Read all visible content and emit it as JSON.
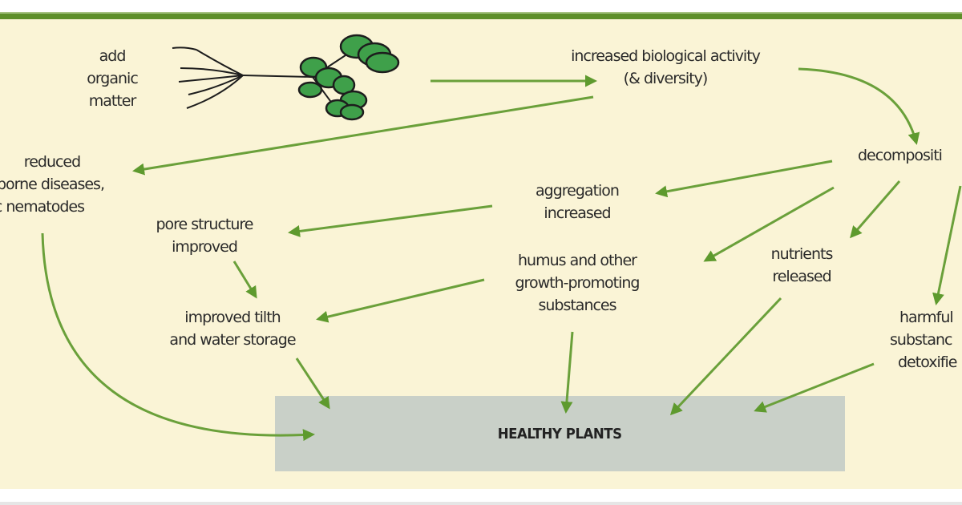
{
  "diagram": {
    "accent_color": "#5e8f2a",
    "background_color": "#faf4d6",
    "target_box_color": "#c9d0c8",
    "nodes": {
      "add_organic_matter": {
        "lines": [
          "add",
          "organic",
          "matter"
        ]
      },
      "biological_activity": {
        "lines": [
          "increased biological activity",
          "(& diversity)"
        ]
      },
      "decomposition": {
        "lines": [
          "decompositi"
        ]
      },
      "reduced_diseases": {
        "lines": [
          "reduced",
          "borne  diseases,",
          "itic nematodes"
        ]
      },
      "aggregation": {
        "lines": [
          "aggregation",
          "increased"
        ]
      },
      "pore_structure": {
        "lines": [
          "pore structure",
          "improved"
        ]
      },
      "humus": {
        "lines": [
          "humus and other",
          "growth-promoting",
          "substances"
        ]
      },
      "nutrients": {
        "lines": [
          "nutrients",
          "released"
        ]
      },
      "harmful": {
        "lines": [
          "harmful",
          "substanc",
          "detoxifie"
        ]
      },
      "tilth": {
        "lines": [
          "improved tilth",
          "and water storage"
        ]
      },
      "healthy_plants": {
        "label": "HEALTHY PLANTS"
      }
    },
    "edges": [
      {
        "from": "add_organic_matter",
        "to": "biological_activity"
      },
      {
        "from": "biological_activity",
        "to": "reduced_diseases"
      },
      {
        "from": "biological_activity",
        "to": "decomposition"
      },
      {
        "from": "decomposition",
        "to": "aggregation"
      },
      {
        "from": "decomposition",
        "to": "humus"
      },
      {
        "from": "decomposition",
        "to": "nutrients"
      },
      {
        "from": "decomposition",
        "to": "harmful"
      },
      {
        "from": "aggregation",
        "to": "pore_structure"
      },
      {
        "from": "pore_structure",
        "to": "tilth"
      },
      {
        "from": "humus",
        "to": "tilth"
      },
      {
        "from": "reduced_diseases",
        "to": "healthy_plants"
      },
      {
        "from": "tilth",
        "to": "healthy_plants"
      },
      {
        "from": "humus",
        "to": "healthy_plants"
      },
      {
        "from": "nutrients",
        "to": "healthy_plants"
      },
      {
        "from": "harmful",
        "to": "healthy_plants"
      }
    ]
  }
}
